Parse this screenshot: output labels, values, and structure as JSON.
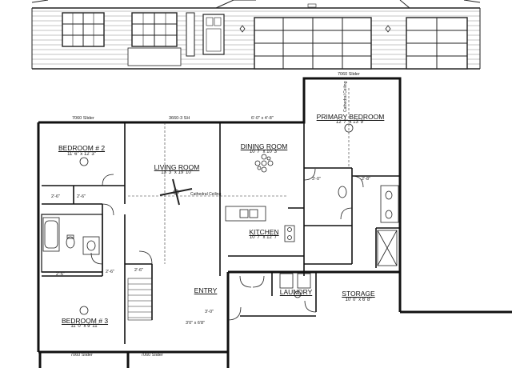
{
  "rooms": {
    "bedroom2": {
      "label": "BEDROOM # 2",
      "dim": "11' 6\" x 12' 3\""
    },
    "living": {
      "label": "LIVING ROOM",
      "dim": "13' 3\" x 19' 10\""
    },
    "dining": {
      "label": "DINING ROOM",
      "dim": "10' 7\" x 10' 3\""
    },
    "primary": {
      "label": "PRIMARY BEDROOM",
      "dim": "12' 7\" x 13' 9\""
    },
    "kitchen": {
      "label": "KITCHEN",
      "dim": "10' 7\" x 12' 7\""
    },
    "entry": {
      "label": "ENTRY"
    },
    "laundry": {
      "label": "LAUNDRY"
    },
    "storage": {
      "label": "STORAGE",
      "dim": "10' 0\" x 6' 8\""
    },
    "bedroom3": {
      "label": "BEDROOM # 3",
      "dim": "11' 0\" x 9' 11\""
    }
  },
  "annotations": {
    "cathedral_living": "Cathedral Ceiling",
    "cathedral_primary": "Cathedral Ceiling",
    "slider_top_left": "7060 Slider",
    "slider_primary": "7060 Slider",
    "living_window": "3660-3 SH",
    "dining_window": "6'-0\" x 4'-8\"",
    "slider_bottom_left": "7060 Slider",
    "slider_bottom_mid": "7060 Slider",
    "entry_door": "3'0\" x 6'8\"",
    "entry_width": "3'-0\"",
    "door_2_6_a": "2'-6\"",
    "door_2_6_b": "2'-6\"",
    "door_2_6_c": "2'-6\"",
    "door_2_6_d": "2'-6\"",
    "door_2_6_e": "2'-6\"",
    "door_3_0": "3'-0\"",
    "door_2_8": "2'-8\""
  }
}
